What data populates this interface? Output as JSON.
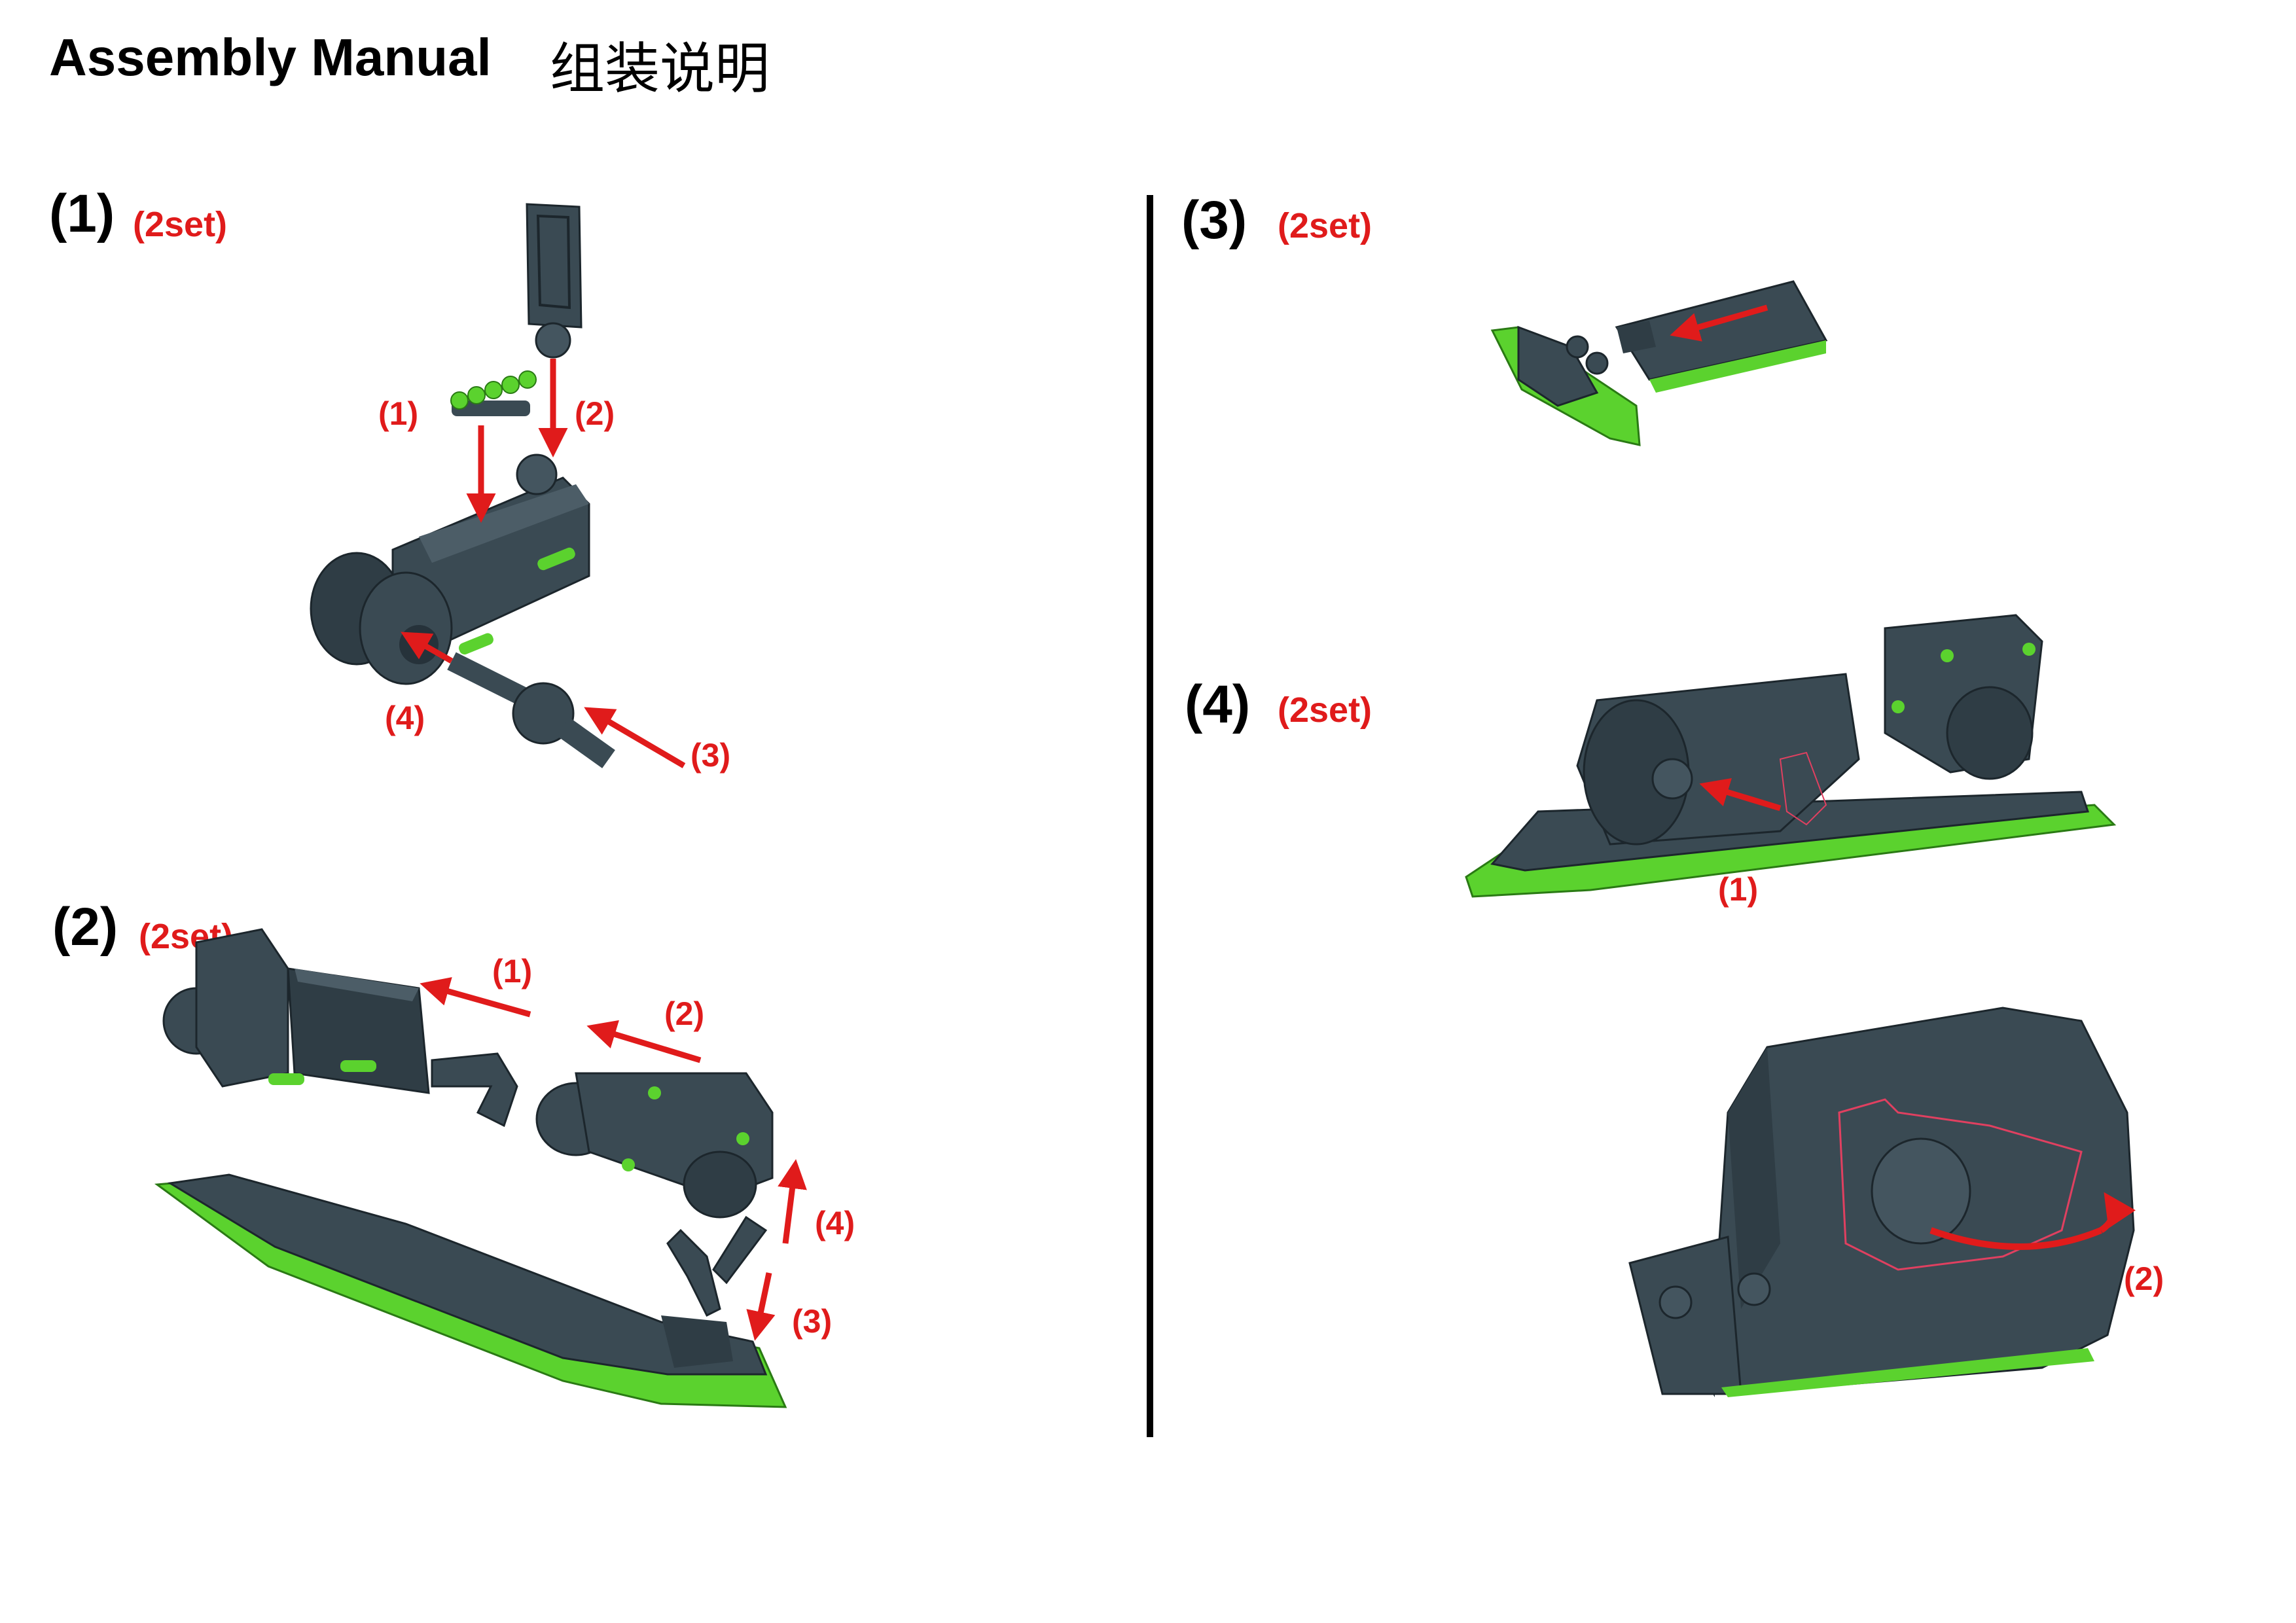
{
  "header": {
    "title": "Assembly Manual",
    "title_cn": "组装说明"
  },
  "steps": [
    {
      "number": "(1)",
      "sets": "(2set)",
      "callouts": [
        "(1)",
        "(2)",
        "(3)",
        "(4)"
      ]
    },
    {
      "number": "(2)",
      "sets": "(2set)",
      "callouts": [
        "(1)",
        "(2)",
        "(3)",
        "(4)"
      ]
    },
    {
      "number": "(3)",
      "sets": "(2set)",
      "callouts": []
    },
    {
      "number": "(4)",
      "sets": "(2set)",
      "callouts": [
        "(1)",
        "(2)"
      ]
    }
  ],
  "colors": {
    "part_dark": "#3a4a53",
    "part_shadow": "#26323a",
    "accent_green": "#5bd22e",
    "arrow_red": "#e01b1b",
    "text": "#000000"
  }
}
